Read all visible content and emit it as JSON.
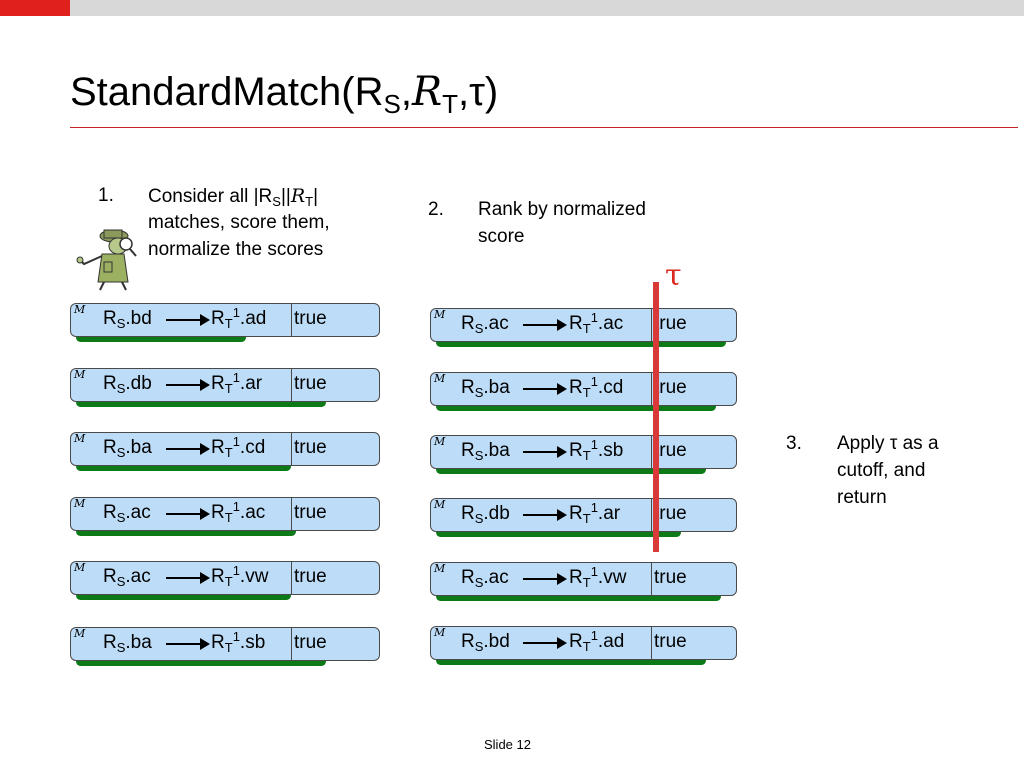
{
  "title": {
    "prefix": "StandardMatch(R",
    "sub_s": "S",
    "sep1": ",",
    "calR": "R",
    "sub_t": "T",
    "sep2": ",",
    "tau": "τ",
    "suffix": ")"
  },
  "steps": [
    {
      "num": "1.",
      "line1_a": "Consider all |R",
      "line1_sub_s": "S",
      "line1_b": "||",
      "line1_calR": "R",
      "line1_sub_t": "T",
      "line1_c": "|",
      "line2": "matches, score them,",
      "line3": "normalize the scores"
    },
    {
      "num": "2.",
      "line1": "Rank by normalized",
      "line2": "score"
    },
    {
      "num": "3.",
      "line1_a": "Apply ",
      "line1_tau": "τ",
      "line1_b": " as a",
      "line2": "cutoff, and",
      "line3": "return"
    }
  ],
  "tau_marker": "τ",
  "m_glyph": "M",
  "left_column": [
    {
      "src_R": "R",
      "src_sub": "S",
      "src_attr": ".bd",
      "tgt_R": "R",
      "tgt_sub": "T",
      "tgt_sup": "1",
      "tgt_attr": ".ad",
      "value": "true"
    },
    {
      "src_R": "R",
      "src_sub": "S",
      "src_attr": ".db",
      "tgt_R": "R",
      "tgt_sub": "T",
      "tgt_sup": "1",
      "tgt_attr": ".ar",
      "value": "true"
    },
    {
      "src_R": "R",
      "src_sub": "S",
      "src_attr": ".ba",
      "tgt_R": "R",
      "tgt_sub": "T",
      "tgt_sup": "1",
      "tgt_attr": ".cd",
      "value": "true"
    },
    {
      "src_R": "R",
      "src_sub": "S",
      "src_attr": ".ac",
      "tgt_R": "R",
      "tgt_sub": "T",
      "tgt_sup": "1",
      "tgt_attr": ".ac",
      "value": "true"
    },
    {
      "src_R": "R",
      "src_sub": "S",
      "src_attr": ".ac",
      "tgt_R": "R",
      "tgt_sub": "T",
      "tgt_sup": "1",
      "tgt_attr": ".vw",
      "value": "true"
    },
    {
      "src_R": "R",
      "src_sub": "S",
      "src_attr": ".ba",
      "tgt_R": "R",
      "tgt_sub": "T",
      "tgt_sup": "1",
      "tgt_attr": ".sb",
      "value": "true"
    }
  ],
  "right_column": [
    {
      "src_R": "R",
      "src_sub": "S",
      "src_attr": ".ac",
      "tgt_R": "R",
      "tgt_sub": "T",
      "tgt_sup": "1",
      "tgt_attr": ".ac",
      "value": "true"
    },
    {
      "src_R": "R",
      "src_sub": "S",
      "src_attr": ".ba",
      "tgt_R": "R",
      "tgt_sub": "T",
      "tgt_sup": "1",
      "tgt_attr": ".cd",
      "value": "true"
    },
    {
      "src_R": "R",
      "src_sub": "S",
      "src_attr": ".ba",
      "tgt_R": "R",
      "tgt_sub": "T",
      "tgt_sup": "1",
      "tgt_attr": ".sb",
      "value": "true"
    },
    {
      "src_R": "R",
      "src_sub": "S",
      "src_attr": ".db",
      "tgt_R": "R",
      "tgt_sub": "T",
      "tgt_sup": "1",
      "tgt_attr": ".ar",
      "value": "true"
    },
    {
      "src_R": "R",
      "src_sub": "S",
      "src_attr": ".ac",
      "tgt_R": "R",
      "tgt_sub": "T",
      "tgt_sup": "1",
      "tgt_attr": ".vw",
      "value": "true"
    },
    {
      "src_R": "R",
      "src_sub": "S",
      "src_attr": ".bd",
      "tgt_R": "R",
      "tgt_sub": "T",
      "tgt_sup": "1",
      "tgt_attr": ".ad",
      "value": "true"
    }
  ],
  "footer": "Slide 12",
  "colors": {
    "accent_red": "#e0201c",
    "card_fill": "#bcdcf7",
    "card_shadow": "#0d7a18",
    "cutoff_line": "#d83a3a"
  }
}
